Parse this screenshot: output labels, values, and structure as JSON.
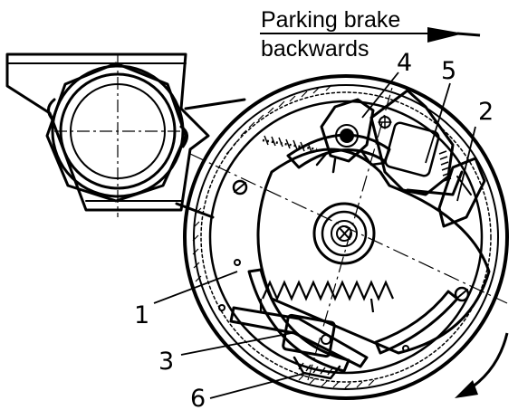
{
  "caption": {
    "line1": "Parking brake",
    "line2": "backwards"
  },
  "part_labels": {
    "p1": "1",
    "p2": "2",
    "p3": "3",
    "p4": "4",
    "p5": "5",
    "p6": "6"
  },
  "colors": {
    "ink": "#000000",
    "paper": "#ffffff"
  },
  "icons": {
    "direction_arrow": "arrow-right-icon",
    "rotation_arrow": "rotation-arrow-icon"
  }
}
